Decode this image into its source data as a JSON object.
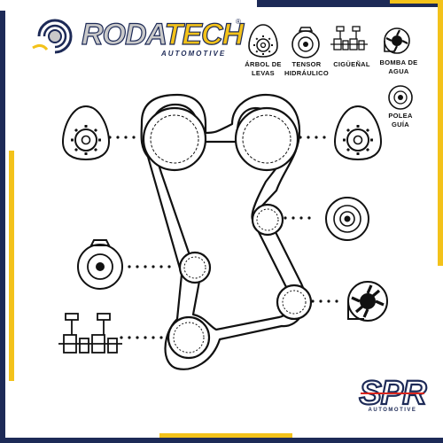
{
  "brand": {
    "name_part1": "RODA",
    "name_part2": "TECH",
    "registered_mark": "®",
    "subtitle": "AUTOMOTIVE"
  },
  "legend": {
    "items": [
      {
        "label": "ÁRBOL DE LEVAS",
        "icon": "camshaft-icon"
      },
      {
        "label": "TENSOR HIDRÁULICO",
        "icon": "tensioner-icon"
      },
      {
        "label": "CIGÜEÑAL",
        "icon": "crankshaft-icon"
      },
      {
        "label": "BOMBA DE AGUA",
        "icon": "water-pump-icon"
      },
      {
        "label": "POLEA GUÍA",
        "icon": "idler-pulley-icon"
      }
    ]
  },
  "footer_logo": {
    "name": "SPR",
    "subtitle": "AUTOMOTIVE"
  },
  "colors": {
    "navy": "#1d2a57",
    "yellow": "#f3c21a",
    "line": "#111111"
  }
}
